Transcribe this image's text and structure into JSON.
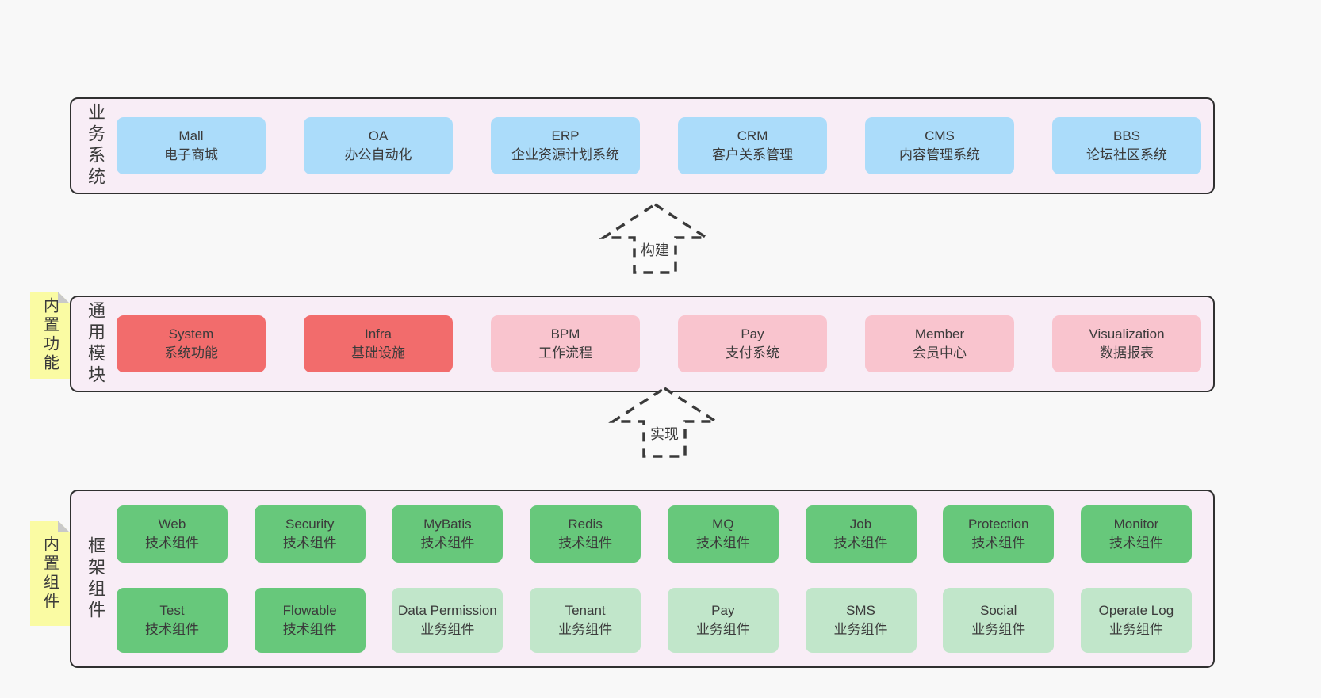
{
  "diagram": {
    "sections": {
      "business": {
        "label": "业务系统",
        "boxes": [
          {
            "name": "Mall",
            "desc": "电子商城",
            "variant": "blue"
          },
          {
            "name": "OA",
            "desc": "办公自动化",
            "variant": "blue"
          },
          {
            "name": "ERP",
            "desc": "企业资源计划系统",
            "variant": "blue"
          },
          {
            "name": "CRM",
            "desc": "客户关系管理",
            "variant": "blue"
          },
          {
            "name": "CMS",
            "desc": "内容管理系统",
            "variant": "blue"
          },
          {
            "name": "BBS",
            "desc": "论坛社区系统",
            "variant": "blue"
          }
        ]
      },
      "modules": {
        "label": "通用模块",
        "sticky": "内置功能",
        "boxes": [
          {
            "name": "System",
            "desc": "系统功能",
            "variant": "red"
          },
          {
            "name": "Infra",
            "desc": "基础设施",
            "variant": "red"
          },
          {
            "name": "BPM",
            "desc": "工作流程",
            "variant": "pink"
          },
          {
            "name": "Pay",
            "desc": "支付系统",
            "variant": "pink"
          },
          {
            "name": "Member",
            "desc": "会员中心",
            "variant": "pink"
          },
          {
            "name": "Visualization",
            "desc": "数据报表",
            "variant": "pink"
          }
        ]
      },
      "framework": {
        "label": "框架组件",
        "sticky": "内置组件",
        "rows": [
          [
            {
              "name": "Web",
              "desc": "技术组件",
              "variant": "green"
            },
            {
              "name": "Security",
              "desc": "技术组件",
              "variant": "green"
            },
            {
              "name": "MyBatis",
              "desc": "技术组件",
              "variant": "green"
            },
            {
              "name": "Redis",
              "desc": "技术组件",
              "variant": "green"
            },
            {
              "name": "MQ",
              "desc": "技术组件",
              "variant": "green"
            },
            {
              "name": "Job",
              "desc": "技术组件",
              "variant": "green"
            },
            {
              "name": "Protection",
              "desc": "技术组件",
              "variant": "green"
            },
            {
              "name": "Monitor",
              "desc": "技术组件",
              "variant": "green"
            }
          ],
          [
            {
              "name": "Test",
              "desc": "技术组件",
              "variant": "green"
            },
            {
              "name": "Flowable",
              "desc": "技术组件",
              "variant": "green"
            },
            {
              "name": "Data Permission",
              "desc": "业务组件",
              "variant": "lightgreen"
            },
            {
              "name": "Tenant",
              "desc": "业务组件",
              "variant": "lightgreen"
            },
            {
              "name": "Pay",
              "desc": "业务组件",
              "variant": "lightgreen"
            },
            {
              "name": "SMS",
              "desc": "业务组件",
              "variant": "lightgreen"
            },
            {
              "name": "Social",
              "desc": "业务组件",
              "variant": "lightgreen"
            },
            {
              "name": "Operate Log",
              "desc": "业务组件",
              "variant": "lightgreen"
            }
          ]
        ]
      }
    },
    "arrows": [
      {
        "label": "构建"
      },
      {
        "label": "实现"
      }
    ],
    "colors": {
      "page_bg": "#f8f8f8",
      "panel_fill": "#f8edf6",
      "panel_border": "#303030",
      "blue": "#abdcfa",
      "red": "#f26c6c",
      "pink": "#f9c4ce",
      "green": "#67c87b",
      "lightgreen": "#c1e6ca",
      "sticky": "#fafba3",
      "sticky_fold": "#c9c9c9",
      "text": "#3b3b3b"
    }
  }
}
